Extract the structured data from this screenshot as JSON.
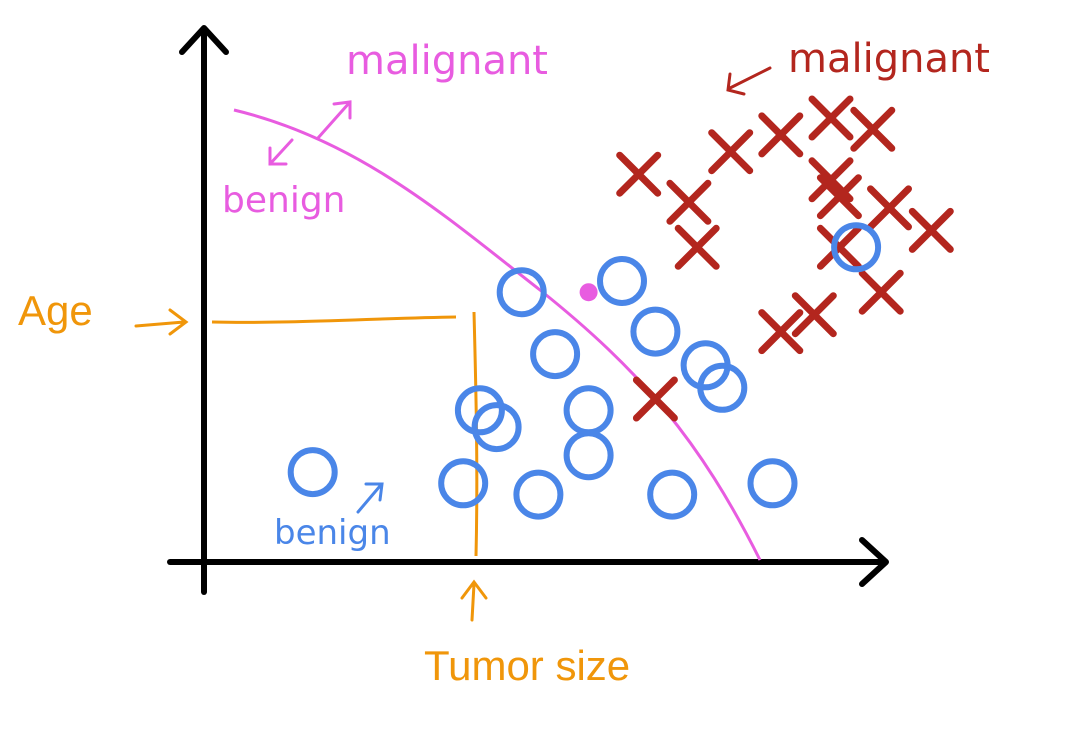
{
  "colors": {
    "axis": "#000000",
    "boundary": "#e85ce0",
    "malignant": "#b3261e",
    "benign": "#4a86e8",
    "accent": "#f0960a",
    "query_point": "#e85ce0"
  },
  "labels": {
    "malignant_top": "malignant",
    "malignant_right": "malignant",
    "benign_top": "benign",
    "benign_bottom": "benign",
    "y_axis": "Age",
    "x_axis": "Tumor size"
  },
  "chart_data": {
    "type": "scatter",
    "title": "",
    "xlabel": "Tumor size",
    "ylabel": "Age",
    "xlim": [
      0,
      1
    ],
    "ylim": [
      0,
      1
    ],
    "grid": false,
    "series": [
      {
        "name": "malignant",
        "marker": "x",
        "points": [
          [
            0.69,
            0.76
          ],
          [
            0.52,
            0.69
          ],
          [
            0.58,
            0.64
          ],
          [
            0.63,
            0.73
          ],
          [
            0.59,
            0.56
          ],
          [
            0.75,
            0.79
          ],
          [
            0.75,
            0.68
          ],
          [
            0.8,
            0.77
          ],
          [
            0.76,
            0.65
          ],
          [
            0.76,
            0.56
          ],
          [
            0.69,
            0.41
          ],
          [
            0.73,
            0.44
          ],
          [
            0.81,
            0.48
          ],
          [
            0.54,
            0.29
          ],
          [
            0.87,
            0.59
          ],
          [
            0.82,
            0.63
          ]
        ]
      },
      {
        "name": "benign",
        "marker": "o",
        "points": [
          [
            0.38,
            0.48
          ],
          [
            0.5,
            0.5
          ],
          [
            0.54,
            0.41
          ],
          [
            0.42,
            0.37
          ],
          [
            0.6,
            0.35
          ],
          [
            0.33,
            0.27
          ],
          [
            0.46,
            0.19
          ],
          [
            0.35,
            0.24
          ],
          [
            0.46,
            0.27
          ],
          [
            0.62,
            0.31
          ],
          [
            0.56,
            0.12
          ],
          [
            0.4,
            0.12
          ],
          [
            0.68,
            0.14
          ],
          [
            0.78,
            0.56
          ],
          [
            0.31,
            0.14
          ],
          [
            0.13,
            0.16
          ]
        ]
      }
    ],
    "query_point": [
      0.46,
      0.48
    ],
    "boundary": [
      [
        0.05,
        0.87
      ],
      [
        0.32,
        0.71
      ],
      [
        0.55,
        0.43
      ],
      [
        0.78,
        0.0
      ]
    ]
  }
}
